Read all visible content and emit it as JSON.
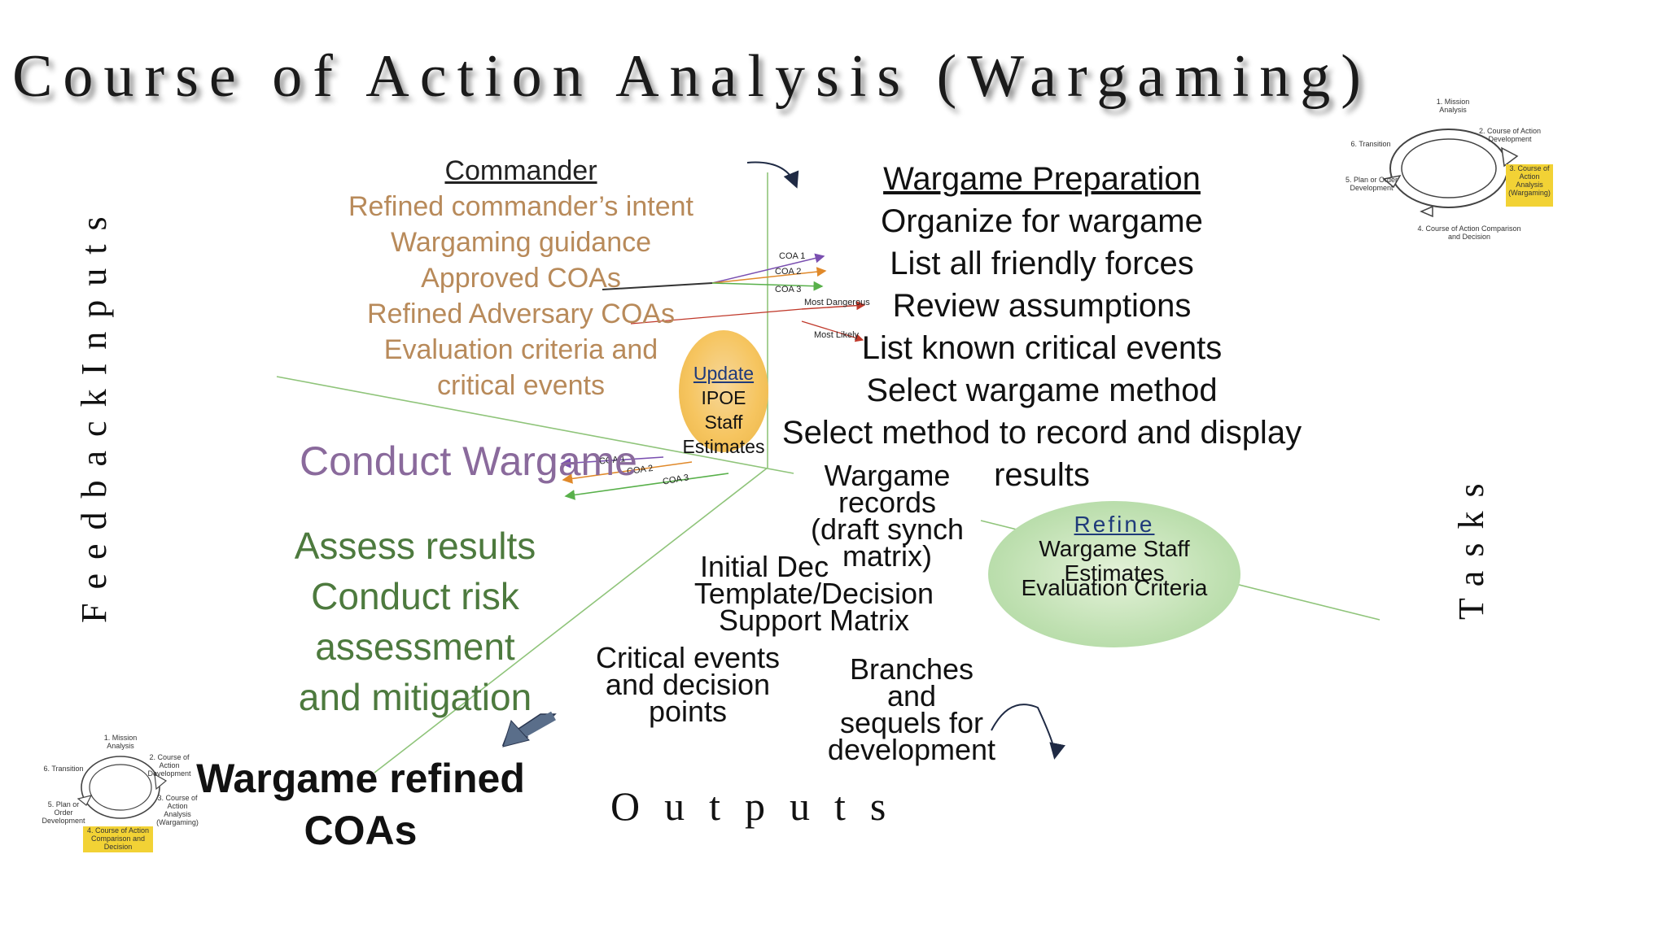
{
  "title": "Course of Action Analysis (Wargaming)",
  "side_labels": {
    "feedback": "FeedbackInputs",
    "tasks": "Tasks",
    "outputs": "Outputs"
  },
  "commander": {
    "heading": "Commander",
    "items": [
      "Refined commander’s intent",
      "Wargaming guidance",
      "Approved COAs",
      "Refined Adversary COAs",
      "Evaluation criteria and",
      "critical events"
    ]
  },
  "preparation": {
    "heading": "Wargame Preparation",
    "items": [
      "Organize for wargame",
      "List all friendly forces",
      "Review assumptions",
      "List known critical events",
      "Select wargame method",
      "Select method to record and display results"
    ]
  },
  "update_bubble": {
    "heading": "Update",
    "lines": [
      "IPOE",
      "Staff",
      "Estimates"
    ]
  },
  "conduct": "Conduct Wargame",
  "assess": [
    "Assess results",
    "Conduct risk assessment",
    "and mitigation"
  ],
  "refine_bubble": {
    "heading": "Refine",
    "lines": [
      "Wargame Staff",
      "Estimates",
      "Evaluation Criteria"
    ]
  },
  "outputs": {
    "records": [
      "Wargame",
      "records",
      "(draft synch",
      "matrix)"
    ],
    "template": [
      "Initial Dec",
      "Template/Decision",
      "Support Matrix"
    ],
    "critical": [
      "Critical events",
      "and decision",
      "points"
    ],
    "branches": [
      "Branches and",
      "sequels for",
      "development"
    ]
  },
  "refined_coas": [
    "Wargame refined",
    "COAs"
  ],
  "coa_labels_upper": [
    "COA 1",
    "COA 2",
    "COA 3"
  ],
  "adversary_labels": [
    "Most Dangerous",
    "Most Likely"
  ],
  "coa_labels_lower": [
    "COA 1",
    "COA 2",
    "COA 3"
  ],
  "cycle_top": {
    "steps": [
      "1. Mission Analysis",
      "2. Course of Action Development",
      "3. Course of Action Analysis (Wargaming)",
      "4. Course of Action Comparison and Decision",
      "5. Plan or Order Development",
      "6. Transition"
    ],
    "highlight": "3. Course of Action Analysis (Wargaming)"
  },
  "cycle_bottom": {
    "steps": [
      "1. Mission Analysis",
      "2. Course of Action Development",
      "3. Course of Action Analysis (Wargaming)",
      "4. Course of Action Comparison and Decision",
      "5. Plan or Order Development",
      "6. Transition"
    ],
    "highlight": "4. Course of Action Comparison and Decision"
  },
  "colors": {
    "commander_text": "#b88a5a",
    "conduct_text": "#8a6a9c",
    "assess_text": "#4d7a3e",
    "axis_line": "#8fc47a",
    "highlight_box": "#f2d235",
    "arrow_fill": "#5a6e8a",
    "coa1": "#7a4fb0",
    "coa2": "#e0892a",
    "coa3": "#58b04a",
    "adversary": "#c0392b"
  }
}
